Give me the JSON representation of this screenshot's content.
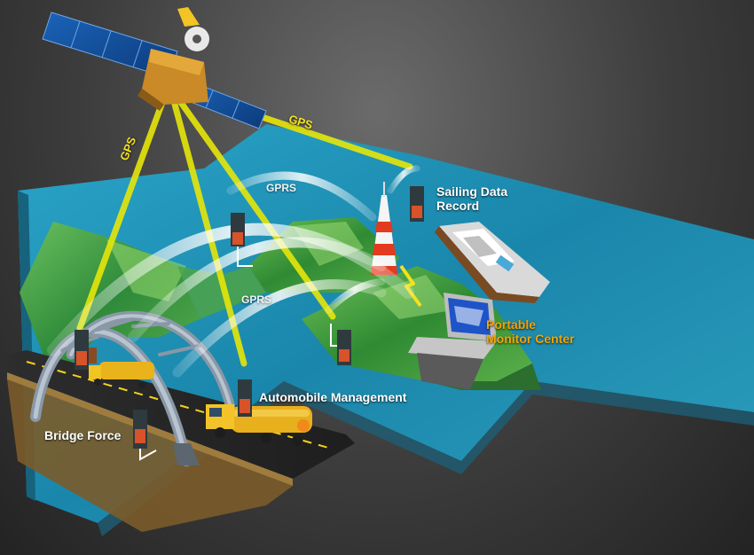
{
  "labels": {
    "gps_left": "GPS",
    "gps_right": "GPS",
    "gprs_top": "GPRS",
    "gprs_mid": "GPRS",
    "sailing_line1": "Sailing Data",
    "sailing_line2": "Record",
    "portable_line1": "Portable",
    "portable_line2": "Monitor Center",
    "automobile": "Automobile Management",
    "bridge": "Bridge Force"
  },
  "colors": {
    "gps_link": "#e6e60a",
    "gprs_arc": "#e8eef0",
    "water": "#1f8fb5",
    "terrain": "#3f9b3a",
    "accent_label": "#f5a300"
  },
  "icons": [
    "satellite-icon",
    "gps-unit-icon",
    "radio-tower-icon",
    "laptop-icon",
    "ship-icon",
    "truck-icon",
    "bridge-icon"
  ]
}
